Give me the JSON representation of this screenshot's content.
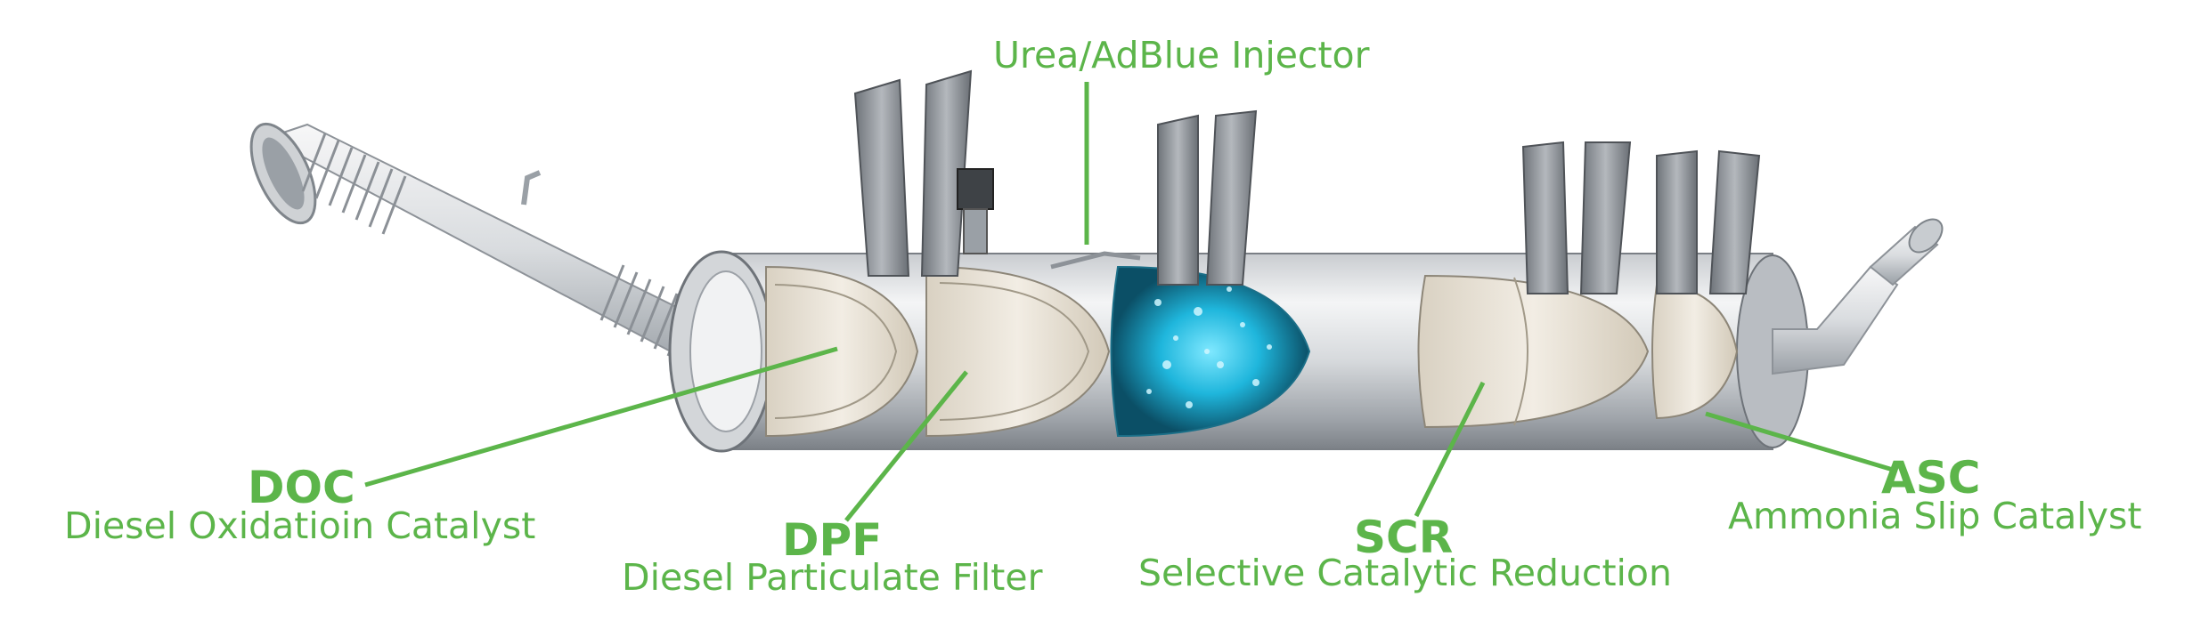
{
  "colors": {
    "label_green": "#5cb54a",
    "leader_line": "#5cb54a",
    "metal_light": "#e6e8ea",
    "metal_dark": "#8a8f95",
    "substrate": "#ece6da",
    "scr_glow": "#28c6e8"
  },
  "labels": {
    "injector": "Urea/AdBlue Injector",
    "doc": {
      "abbr": "DOC",
      "full": "Diesel Oxidatioin Catalyst"
    },
    "dpf": {
      "abbr": "DPF",
      "full": "Diesel Particulate Filter"
    },
    "scr": {
      "abbr": "SCR",
      "full": "Selective Catalytic Reduction"
    },
    "asc": {
      "abbr": "ASC",
      "full": "Ammonia Slip Catalyst"
    }
  }
}
